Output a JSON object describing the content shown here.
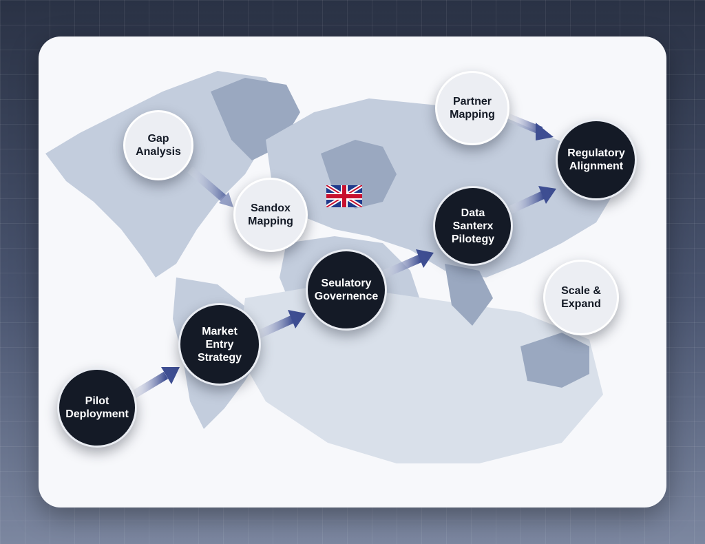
{
  "colors": {
    "dark_node": "#141a26",
    "light_node": "#eceef3",
    "map_fill": "#c3cddd",
    "map_fill_dark": "#9aa8c0",
    "arrow": "#4a5a9a"
  },
  "nodes": {
    "gap_analysis": "Gap\nAnalysis",
    "sandbox_mapping": "Sandox\nMapping",
    "partner_mapping": "Partner\nMapping",
    "regulatory_alignment": "Regulatory\nAlignment",
    "data_sandbox_pilot": "Data\nSanterx\nPilotegy",
    "regulatory_governance": "Seulatory\nGovernence",
    "scale_expand": "Scale &\nExpand",
    "market_entry_strategy": "Market\nEntry\nStrategy",
    "pilot_deployment": "Pilot\nDeployment"
  },
  "flag_icon": "uk-flag-icon"
}
